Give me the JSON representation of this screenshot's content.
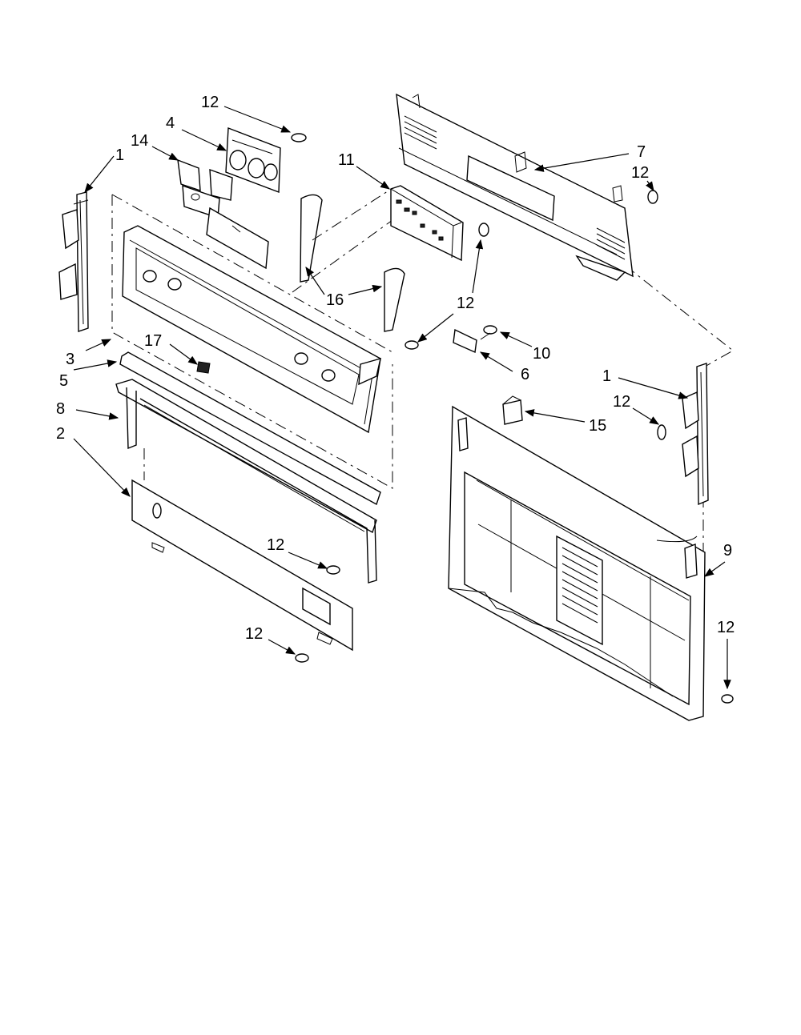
{
  "callouts": {
    "c1a": "1",
    "c1b": "1",
    "c2": "2",
    "c3": "3",
    "c4": "4",
    "c5": "5",
    "c6": "6",
    "c7": "7",
    "c8": "8",
    "c9": "9",
    "c10": "10",
    "c11": "11",
    "c12a": "12",
    "c12b": "12",
    "c12c": "12",
    "c12d": "12",
    "c12e": "12",
    "c12f": "12",
    "c12g": "12",
    "c14": "14",
    "c15": "15",
    "c16": "16",
    "c17": "17"
  }
}
